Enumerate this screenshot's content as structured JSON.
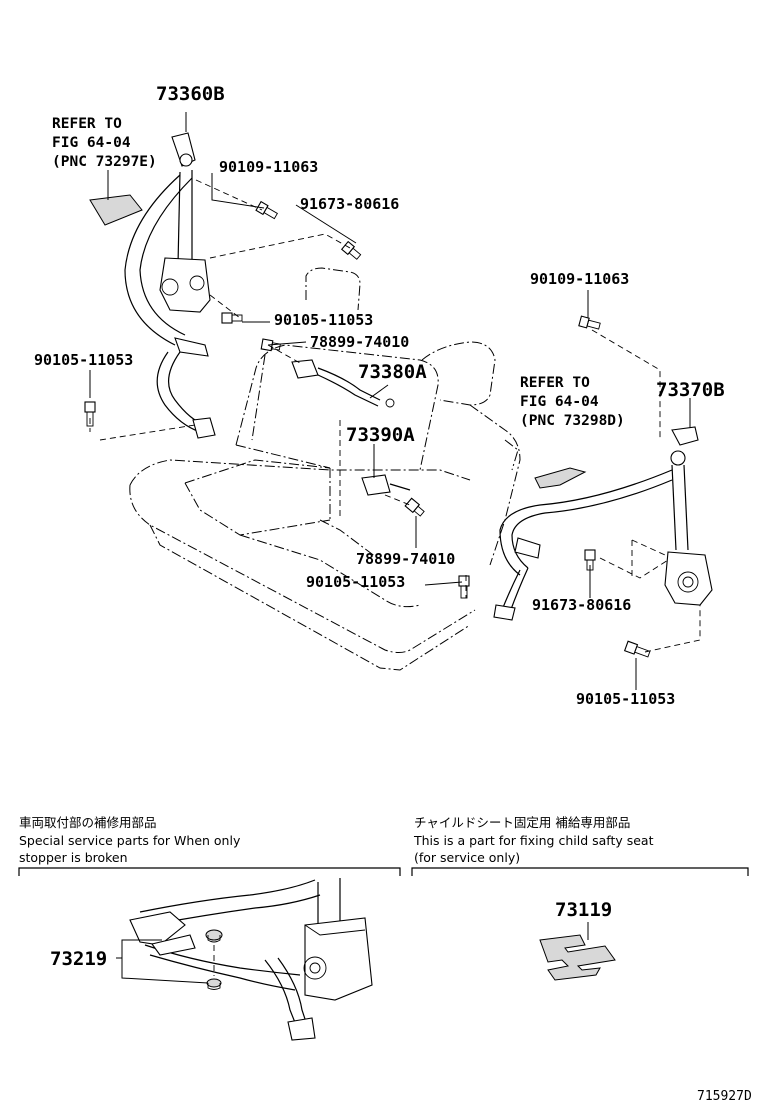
{
  "diagram_id": "715927D",
  "pnc": {
    "p73360B": "73360B",
    "p73370B": "73370B",
    "p73380A": "73380A",
    "p73390A": "73390A",
    "p73219": "73219",
    "p73119": "73119"
  },
  "parts": {
    "left_bolt_top": "90109-11063",
    "left_bolt_mid": "91673-80616",
    "left_bolt_center": "90105-11053",
    "left_clip": "78899-74010",
    "left_bolt_low": "90105-11053",
    "center_clip": "78899-74010",
    "center_bolt": "90105-11053",
    "right_bolt_top": "90109-11063",
    "right_bolt_mid": "91673-80616",
    "right_bolt_low": "90105-11053"
  },
  "refs": {
    "left": [
      "REFER TO",
      "FIG 64-04",
      "(PNC 73297E)"
    ],
    "right": [
      "REFER TO",
      "FIG 64-04",
      "(PNC 73298D)"
    ]
  },
  "notes": {
    "left": [
      "車両取付部の補修用部品",
      "Special service parts for When only",
      "stopper is broken"
    ],
    "right": [
      "チャイルドシート固定用 補給専用部品",
      "This is a part for fixing child safty seat",
      "(for service only)"
    ]
  }
}
